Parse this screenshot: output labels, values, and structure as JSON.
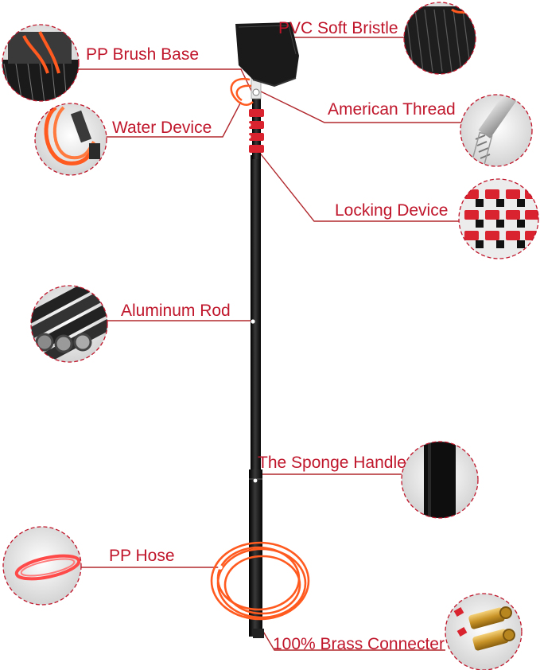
{
  "labels": {
    "pvc_soft_bristle": "PVC Soft Bristle",
    "pp_brush_base": "PP Brush Base",
    "american_thread": "American Thread",
    "water_device": "Water Device",
    "locking_device": "Locking Device",
    "aluminum_rod": "Aluminum Rod",
    "sponge_handle": "The Sponge Handle",
    "pp_hose": "PP Hose",
    "brass_connecter": "100% Brass Connecter"
  },
  "colors": {
    "label": "#c0162b",
    "leader": "#b0282d",
    "pole": "#141414",
    "hose": "#ff5a1f",
    "lock": "#d9232e",
    "brass": "#d4a23a"
  },
  "icons": [
    "brush-base-icon",
    "bristle-icon",
    "water-device-icon",
    "thread-icon",
    "locking-device-icon",
    "aluminum-rod-icon",
    "sponge-handle-icon",
    "hose-icon",
    "brass-connector-icon"
  ]
}
